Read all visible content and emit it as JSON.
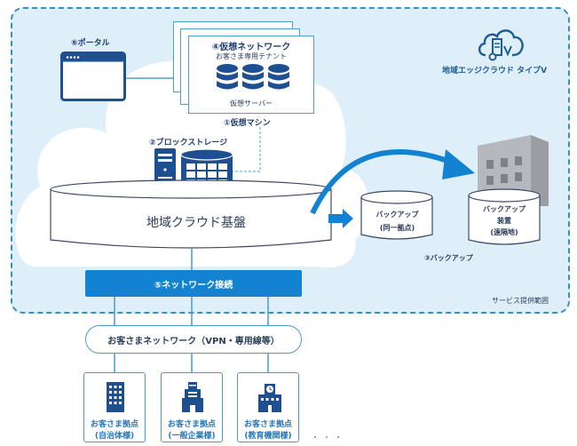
{
  "scope": {
    "label": "サービス提供範囲"
  },
  "brand": {
    "icon": "edge-cloud-v-icon",
    "label": "地域エッジクラウド タイプV"
  },
  "portal": {
    "label": "⑥ポータル",
    "icon": "browser-window-icon"
  },
  "virtual_network": {
    "title": "④仮想ネットワーク",
    "subtitle": "お客さま専用テナント",
    "server_label": "仮想サーバー",
    "icon": "database-stack-icon"
  },
  "virtual_machine": {
    "label": "①仮想マシン"
  },
  "block_storage": {
    "label": "②ブロックストレージ",
    "icons": [
      "server-tower-icon",
      "storage-array-icon"
    ]
  },
  "cloud_base": {
    "label": "地域クラウド基盤"
  },
  "backup": {
    "label": "③バックアップ",
    "local": {
      "line1": "バックアップ",
      "line2": "(同一拠点)"
    },
    "remote": {
      "line1": "バックアップ",
      "line2": "装置",
      "line3": "(遠隔地)"
    }
  },
  "network_connection": {
    "label": "⑤ネットワーク接続"
  },
  "customer_network": {
    "label": "お客さまネットワーク（VPN・専用線等）"
  },
  "customer_sites": [
    {
      "line1": "お客さま拠点",
      "line2": "(自治体様)",
      "icon": "office-building-icon"
    },
    {
      "line1": "お客さま拠点",
      "line2": "(一般企業様)",
      "icon": "company-building-icon"
    },
    {
      "line1": "お客さま拠点",
      "line2": "(教育機関様)",
      "icon": "school-building-icon"
    }
  ],
  "more": "・・・",
  "colors": {
    "primary_blue": "#1d4f91",
    "accent_blue": "#1282d1",
    "scope_fill": "#deeffa",
    "scope_border": "#3a8fbf",
    "building_gray": "#b5b8bc"
  }
}
